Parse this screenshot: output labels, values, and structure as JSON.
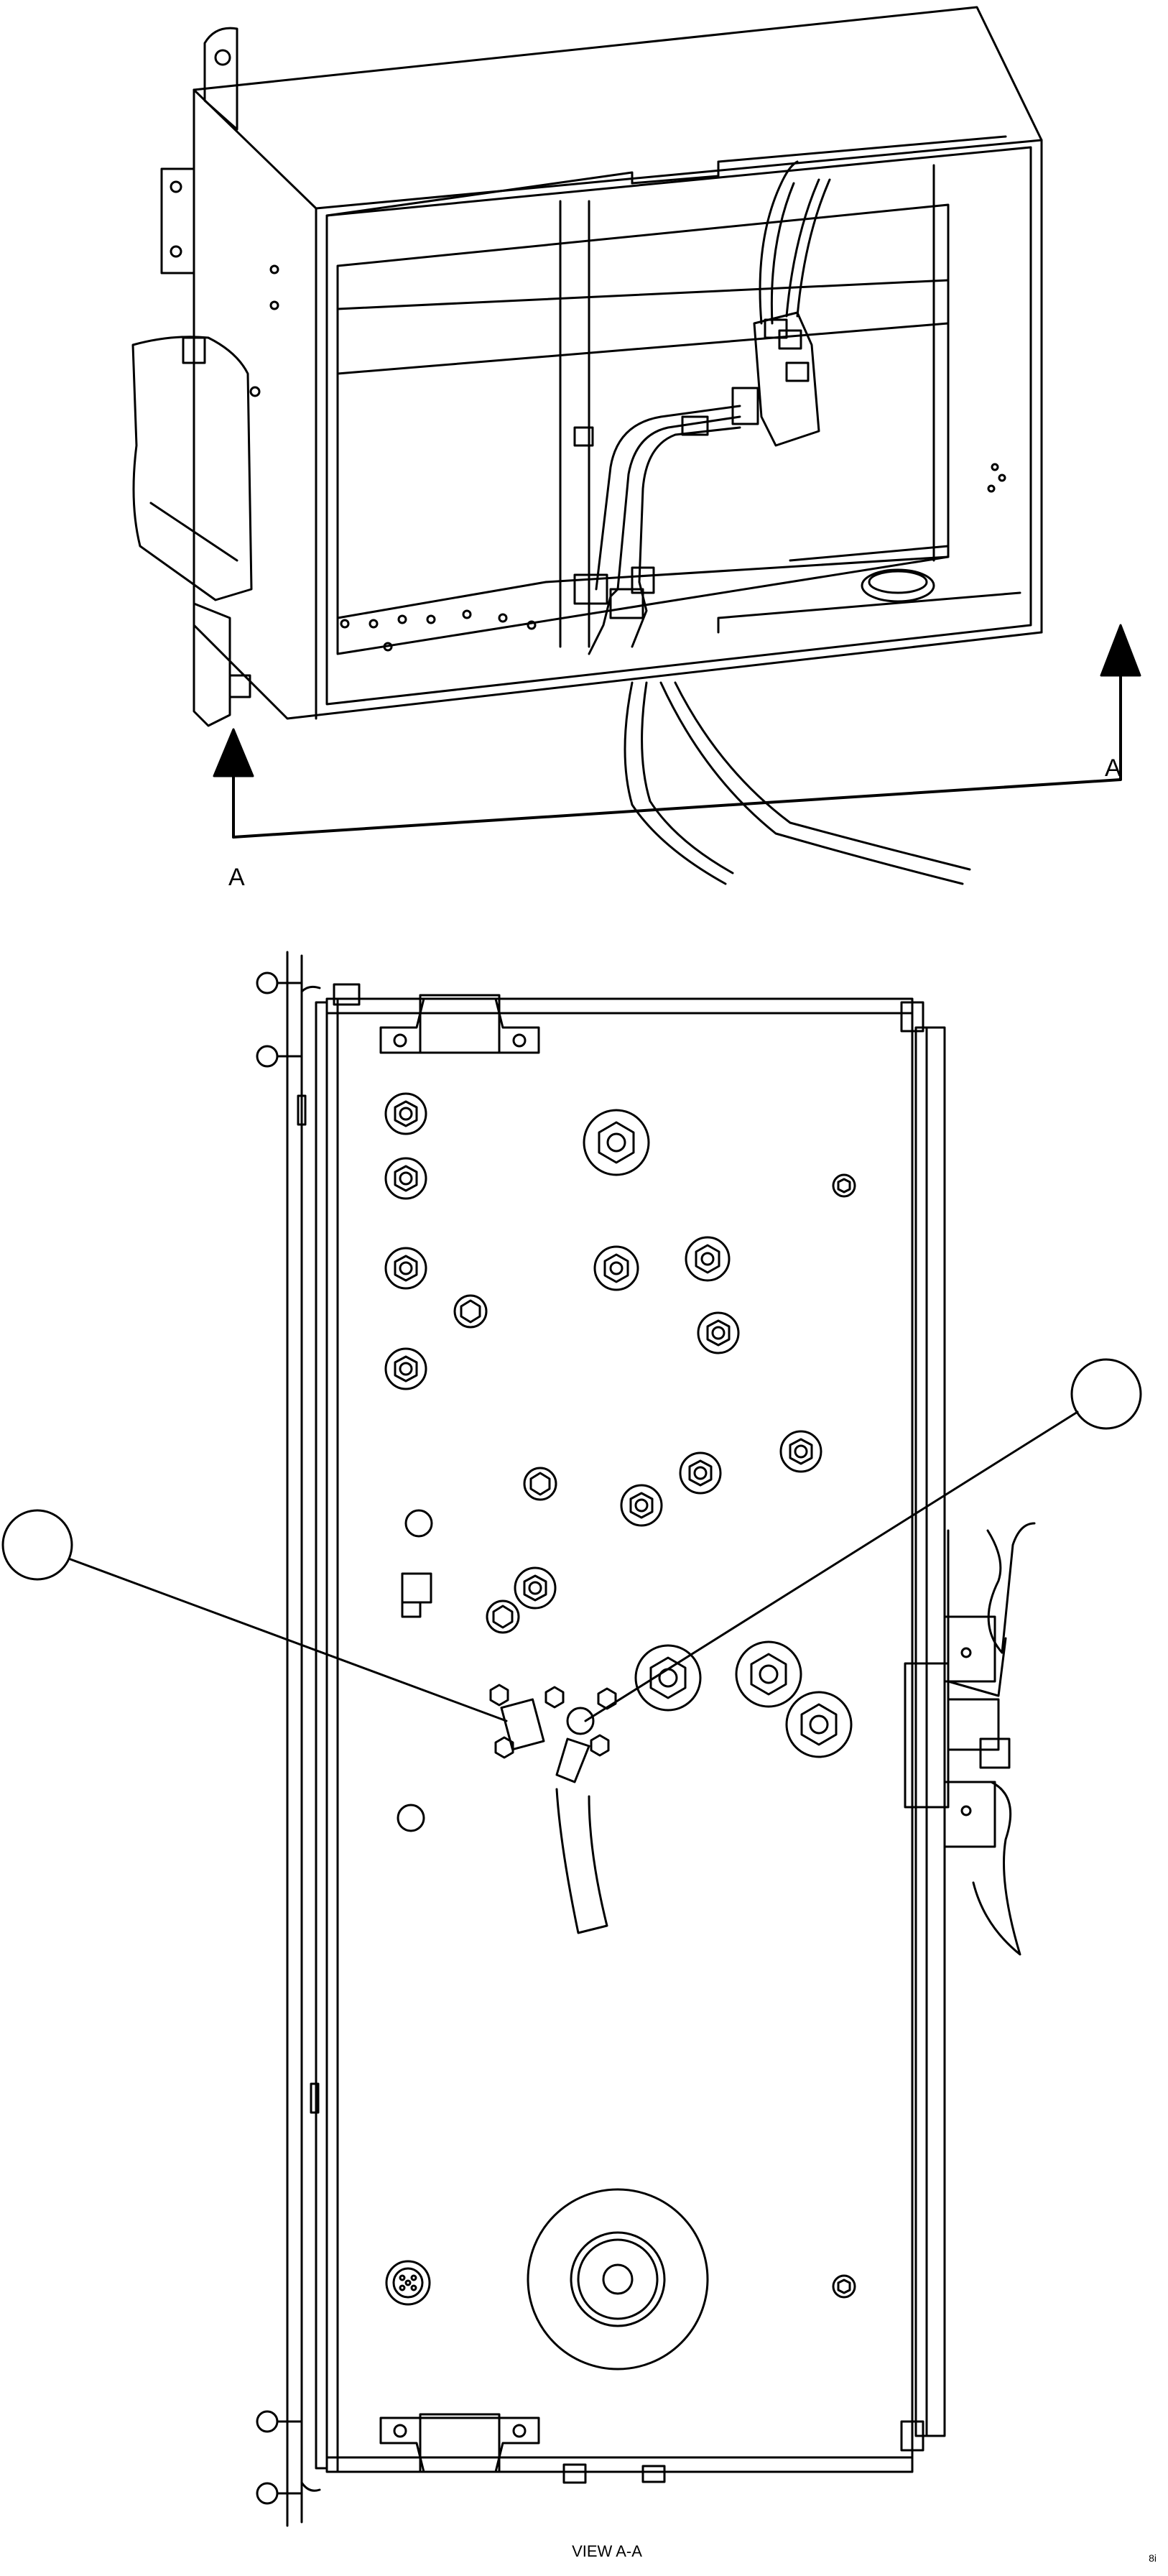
{
  "isometric_view": {
    "section_label_left": "A",
    "section_label_right": "A"
  },
  "view_a_a": {
    "caption": "VIEW A-A",
    "callouts": [
      {
        "id": "left-callout",
        "text": ""
      },
      {
        "id": "right-callout",
        "text": ""
      }
    ]
  },
  "corner_mark": "8i"
}
